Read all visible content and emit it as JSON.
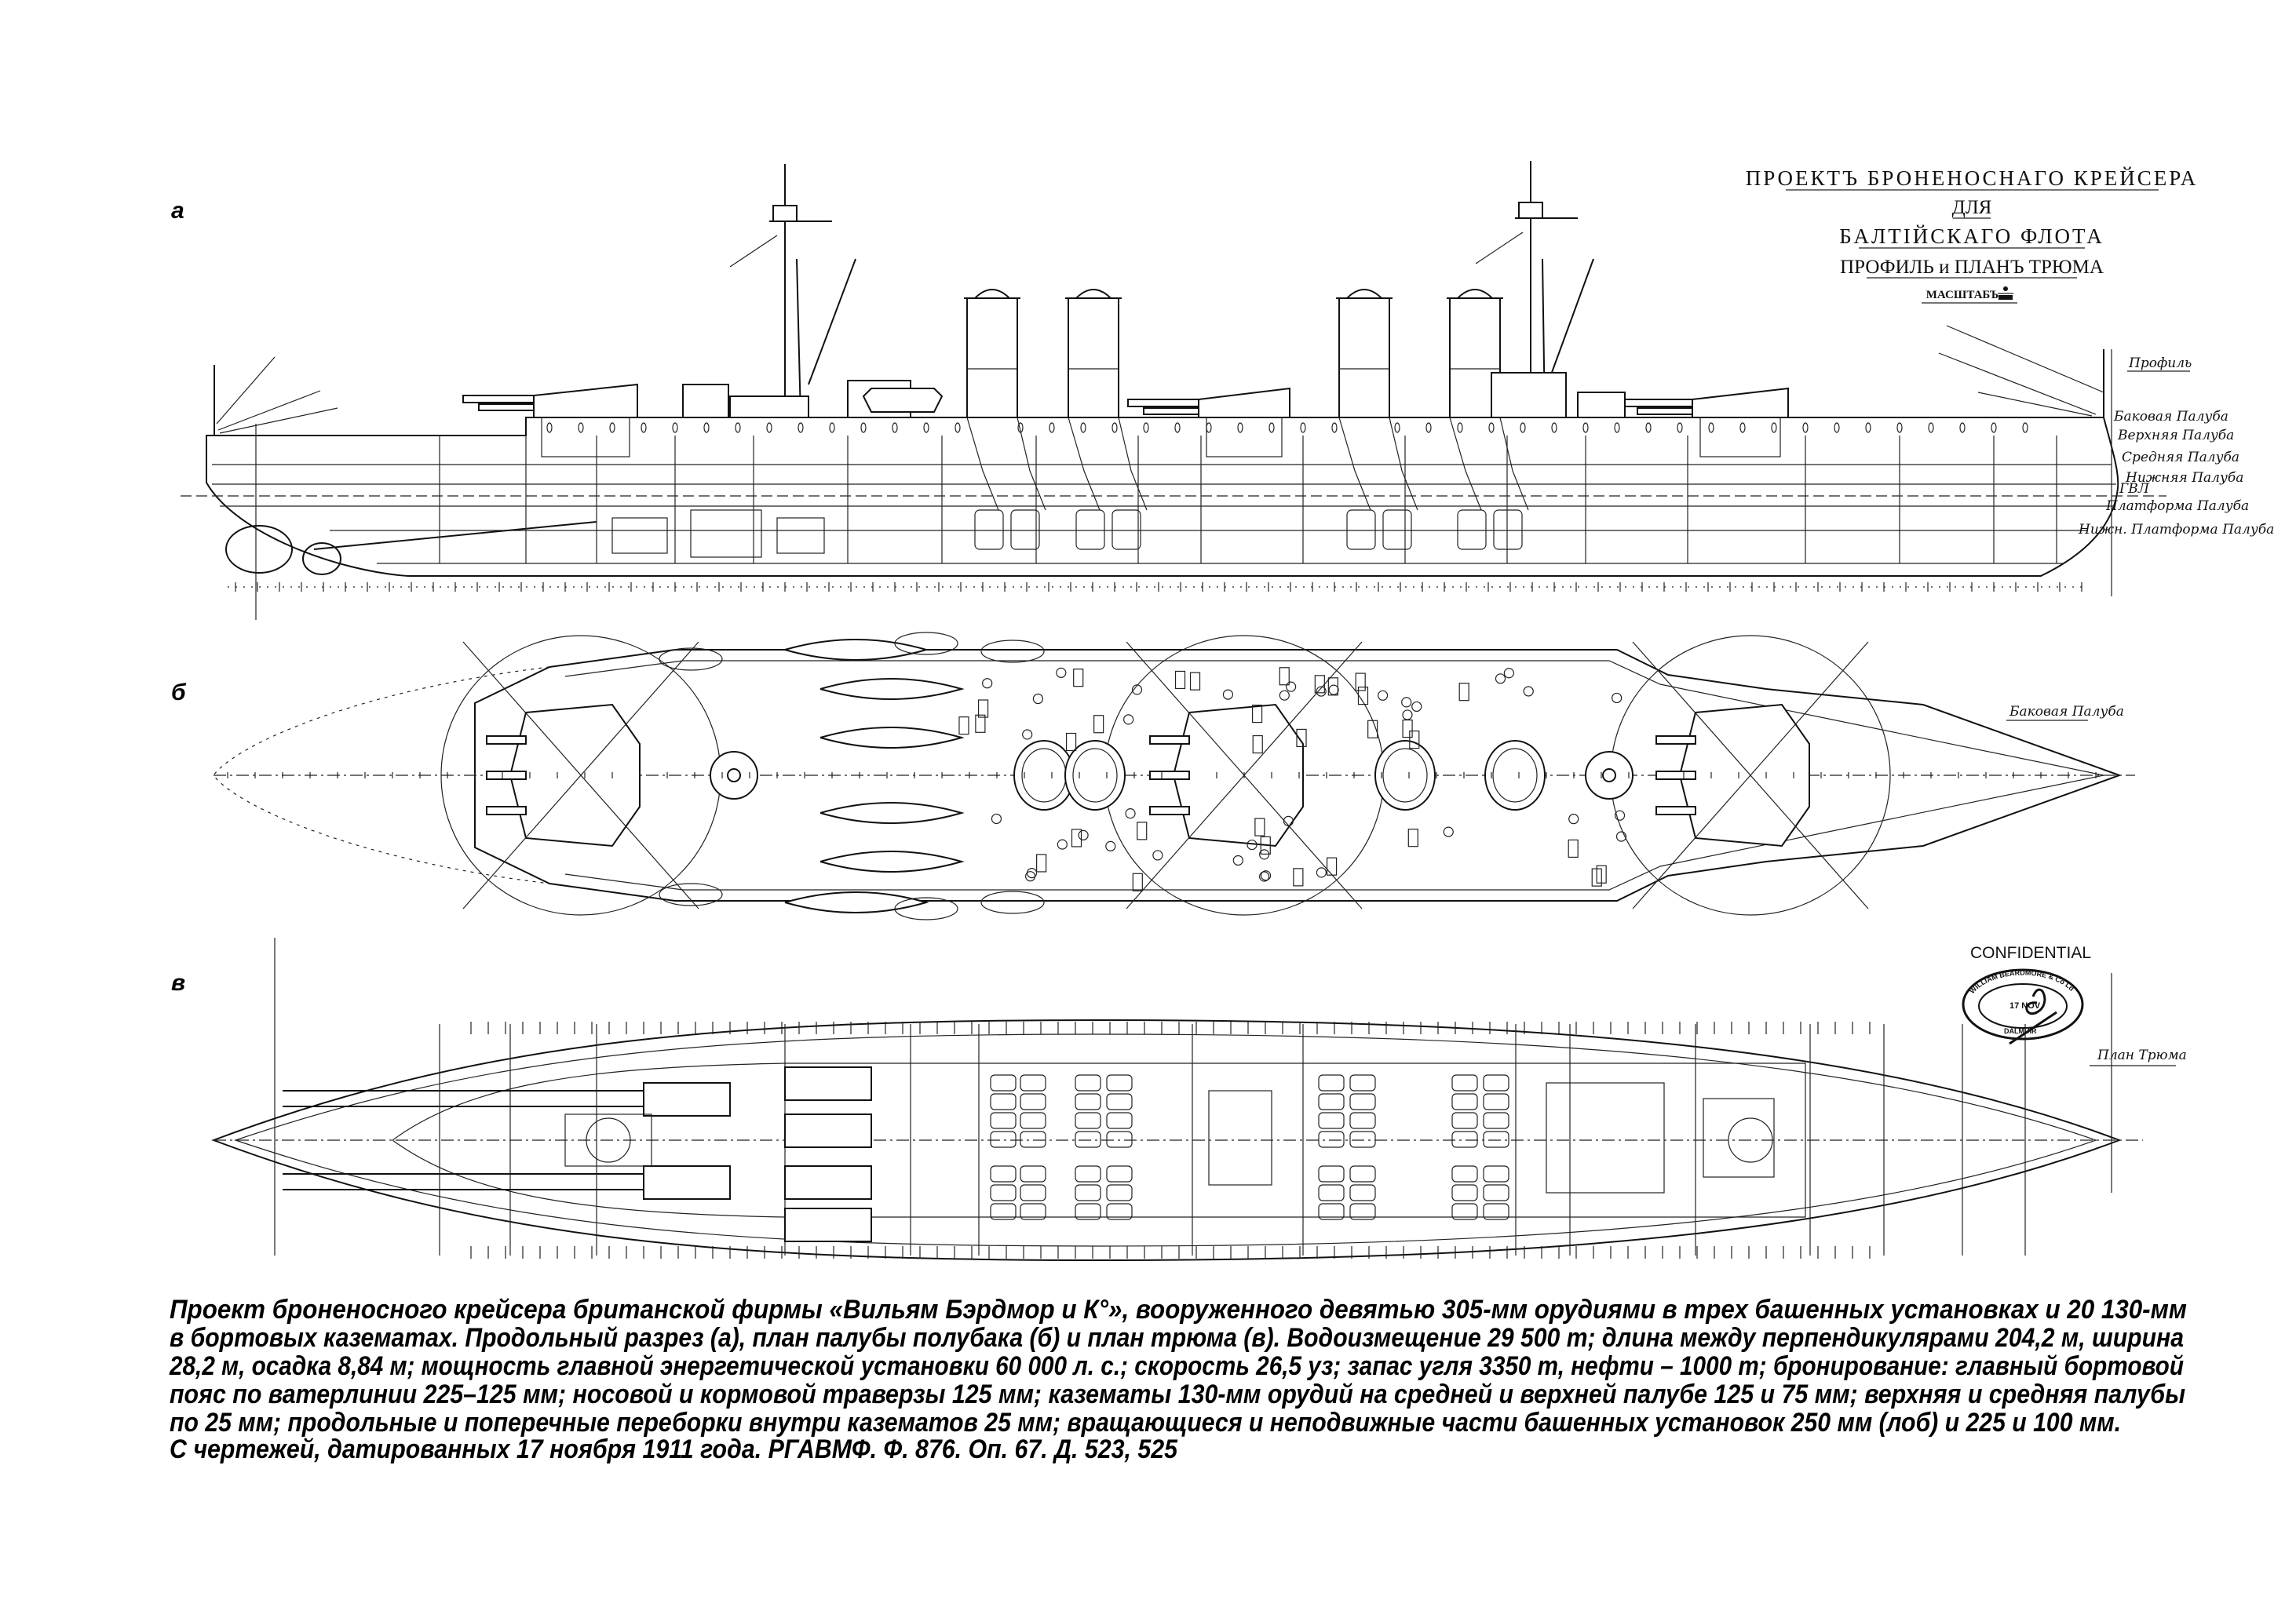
{
  "panels": {
    "a": "а",
    "b": "б",
    "v": "в"
  },
  "title_block": {
    "line1": "ПРОЕКТЪ БРОНЕНОСНАГО КРЕЙСЕРА",
    "line2": "ДЛЯ",
    "line3": "БАЛТІЙСКАГО ФЛОТА",
    "line4": "ПРОФИЛЬ и ПЛАНЪ ТРЮМА",
    "scale_label": "МАСШТАБЪ"
  },
  "profile_labels": {
    "title": "Профиль",
    "forecastle_deck": "Баковая Палуба",
    "upper_deck": "Верхняя Палуба",
    "middle_deck": "Средняя Палуба",
    "lower_deck": "Нижняя Палуба",
    "waterline": "ГВЛ",
    "platform_deck": "Платформа Палуба",
    "lower_platform_deck": "Нижн. Платформа Палуба"
  },
  "deck_plan_label": "Баковая Палуба",
  "hold_plan_label": "План Трюма",
  "confidential": "CONFIDENTIAL",
  "stamp": {
    "company": "WILLIAM BEARDMORE & Co Ld",
    "place": "DALMUIR",
    "date": "17 NOV"
  },
  "caption": [
    "Проект броненосного крейсера британской фирмы «Вильям Бэрдмор и К°», вооруженного девятью 305-мм орудиями в трех башенных установках и 20 130-мм",
    "в бортовых казематах. Продольный разрез (а), план палубы полубака (б) и план трюма (в). Водоизмещение 29 500 т; длина между перпендикулярами 204,2 м, ширина",
    "28,2 м, осадка 8,84 м; мощность главной энергетической установки 60 000 л. с.; скорость 26,5 уз; запас угля 3350 т, нефти – 1000 т; бронирование: главный бортовой",
    "пояс по ватерлинии 225–125 мм; носовой и кормовой траверзы 125 мм; казематы 130-мм орудий на средней и верхней палубе 125 и 75 мм; верхняя и средняя палубы",
    "по 25 мм; продольные и поперечные переборки внутри казематов 25 мм; вращающиеся и неподвижные части башенных установок 250 мм (лоб) и 225 и 100 мм.",
    "С чертежей, датированных 17 ноября 1911 года. РГАВМФ. Ф. 876. Оп. 67. Д. 523, 525"
  ]
}
